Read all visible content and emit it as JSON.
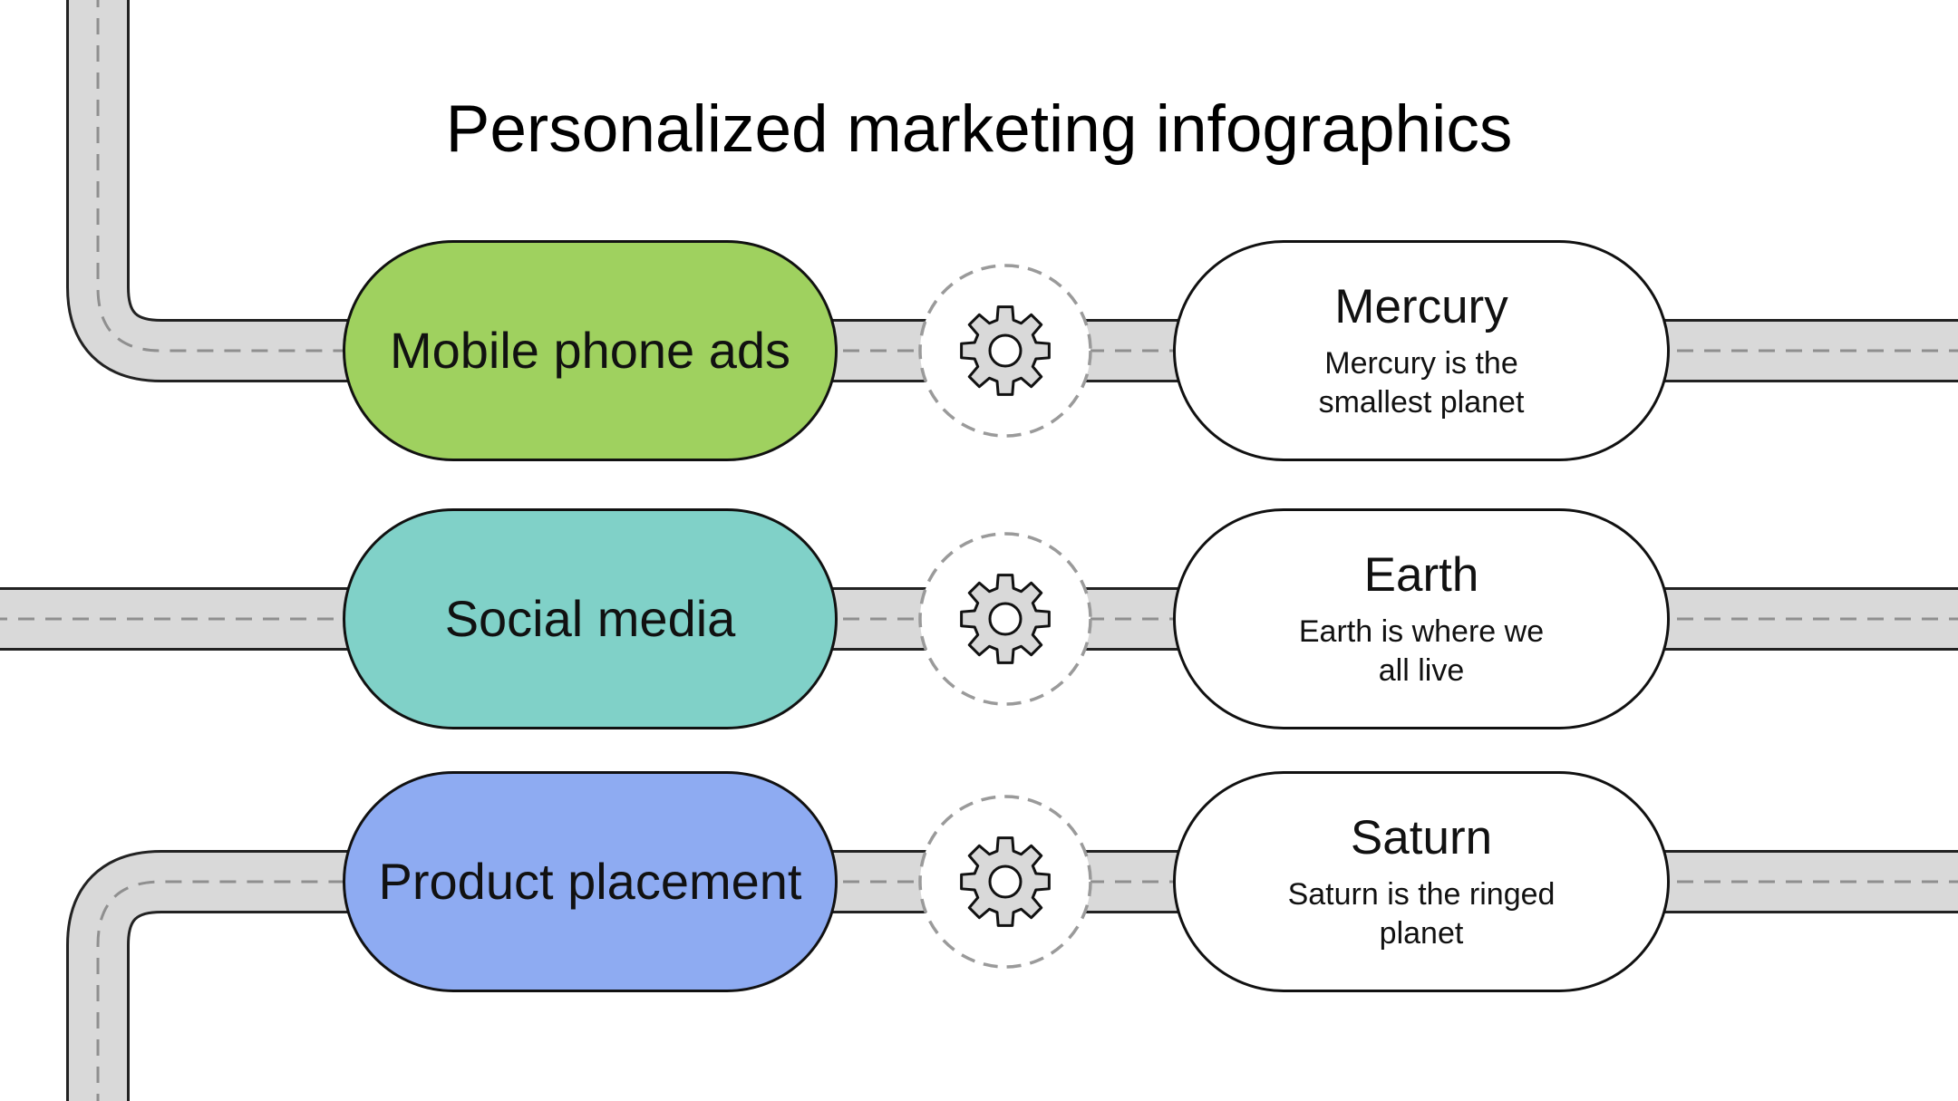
{
  "title": "Personalized marketing infographics",
  "colors": {
    "track_fill": "#d9d9d9",
    "track_edge": "#222222",
    "track_dash": "#8f8f8f",
    "gear_circle": "#9a9a9a",
    "gear_fill": "#d9d9d9"
  },
  "rows": [
    {
      "label": "Mobile phone ads",
      "color": "#9fd15f",
      "heading": "Mercury",
      "description": "Mercury is the smallest planet",
      "icon": "gear-icon"
    },
    {
      "label": "Social media",
      "color": "#80d1c8",
      "heading": "Earth",
      "description": "Earth is where we all live",
      "icon": "gear-icon"
    },
    {
      "label": "Product placement",
      "color": "#8eabf2",
      "heading": "Saturn",
      "description": "Saturn is the ringed planet",
      "icon": "gear-icon"
    }
  ]
}
